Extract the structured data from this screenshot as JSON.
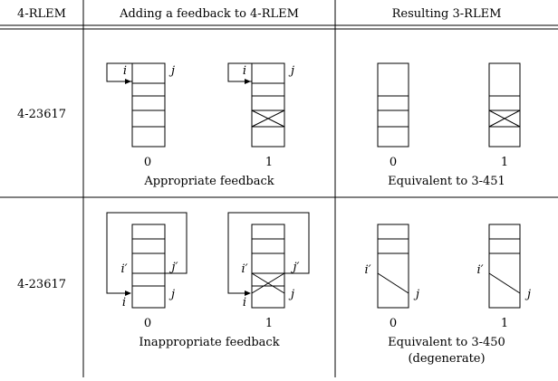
{
  "table": {
    "headers": [
      "4-RLEM",
      "Adding a feedback to 4-RLEM",
      "Resulting 3-RLEM"
    ],
    "rows": [
      {
        "rlem": "4-23617",
        "state_labels": [
          "0",
          "1"
        ],
        "port_i": "i",
        "port_j": "j",
        "middle_caption": "Appropriate feedback",
        "right_caption": "Equivalent to 3-451",
        "right_caption2": ""
      },
      {
        "rlem": "4-23617",
        "state_labels": [
          "0",
          "1"
        ],
        "port_i": "i",
        "port_j": "j",
        "port_i_prime": "i′",
        "port_j_prime": "j′",
        "middle_caption": "Inappropriate feedback",
        "right_caption": "Equivalent to 3-450",
        "right_caption2": "(degenerate)"
      }
    ]
  }
}
